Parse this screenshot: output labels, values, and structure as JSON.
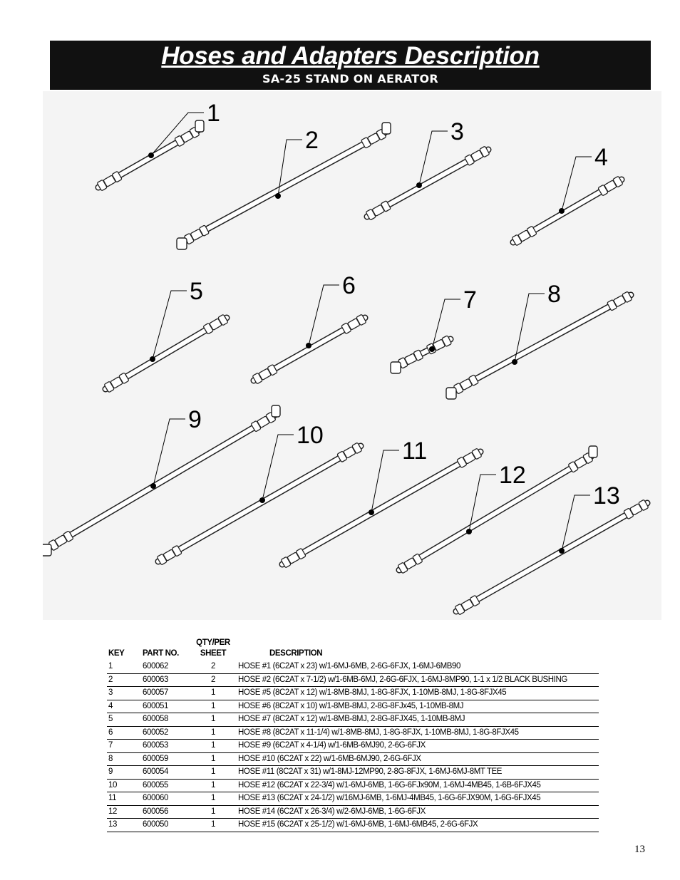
{
  "header": {
    "title": "Hoses and Adapters Description",
    "subtitle": "SA-25 STAND ON AERATOR"
  },
  "diagram": {
    "callouts": [
      "1",
      "2",
      "3",
      "4",
      "5",
      "6",
      "7",
      "8",
      "9",
      "10",
      "11",
      "12",
      "13"
    ]
  },
  "table": {
    "headers": {
      "key": "KEY",
      "part_no": "PART NO.",
      "qty_line1": "QTY/PER",
      "qty_line2": "SHEET",
      "description": "DESCRIPTION"
    },
    "rows": [
      {
        "key": "1",
        "part_no": "600062",
        "qty": "2",
        "description": "HOSE #1 (6C2AT x 23) w/1-6MJ-6MB, 2-6G-6FJX, 1-6MJ-6MB90"
      },
      {
        "key": "2",
        "part_no": "600063",
        "qty": "2",
        "description": "HOSE #2 (6C2AT x 7-1/2) w/1-6MB-6MJ, 2-6G-6FJX, 1-6MJ-8MP90, 1-1 x 1/2 BLACK BUSHING"
      },
      {
        "key": "3",
        "part_no": "600057",
        "qty": "1",
        "description": "HOSE #5 (8C2AT x 12) w/1-8MB-8MJ, 1-8G-8FJX, 1-10MB-8MJ, 1-8G-8FJX45"
      },
      {
        "key": "4",
        "part_no": "600051",
        "qty": "1",
        "description": "HOSE #6 (8C2AT x 10) w/1-8MB-8MJ, 2-8G-8FJx45, 1-10MB-8MJ"
      },
      {
        "key": "5",
        "part_no": "600058",
        "qty": "1",
        "description": "HOSE #7 (8C2AT x 12) w/1-8MB-8MJ, 2-8G-8FJX45, 1-10MB-8MJ"
      },
      {
        "key": "6",
        "part_no": "600052",
        "qty": "1",
        "description": "HOSE #8 (8C2AT x 11-1/4) w/1-8MB-8MJ, 1-8G-8FJX, 1-10MB-8MJ, 1-8G-8FJX45"
      },
      {
        "key": "7",
        "part_no": "600053",
        "qty": "1",
        "description": "HOSE #9 (6C2AT x 4-1/4) w/1-6MB-6MJ90, 2-6G-6FJX"
      },
      {
        "key": "8",
        "part_no": "600059",
        "qty": "1",
        "description": "HOSE #10 (6C2AT x 22) w/1-6MB-6MJ90, 2-6G-6FJX"
      },
      {
        "key": "9",
        "part_no": "600054",
        "qty": "1",
        "description": "HOSE #11 (8C2AT x 31) w/1-8MJ-12MP90, 2-8G-8FJX, 1-6MJ-6MJ-8MT TEE"
      },
      {
        "key": "10",
        "part_no": "600055",
        "qty": "1",
        "description": "HOSE #12 (6C2AT x 22-3/4) w/1-6MJ-6MB, 1-6G-6FJx90M, 1-6MJ-4MB45, 1-6B-6FJX45"
      },
      {
        "key": "11",
        "part_no": "600060",
        "qty": "1",
        "description": "HOSE #13 (6C2AT x 24-1/2) w/16MJ-6MB, 1-6MJ-4MB45, 1-6G-6FJX90M, 1-6G-6FJX45"
      },
      {
        "key": "12",
        "part_no": "600056",
        "qty": "1",
        "description": "HOSE #14 (6C2AT x 26-3/4) w/2-6MJ-6MB, 1-6G-6FJX"
      },
      {
        "key": "13",
        "part_no": "600050",
        "qty": "1",
        "description": "HOSE #15 (6C2AT x 25-1/2) w/1-6MJ-6MB, 1-6MJ-6MB45, 2-6G-6FJX"
      }
    ]
  },
  "page_number": "13"
}
